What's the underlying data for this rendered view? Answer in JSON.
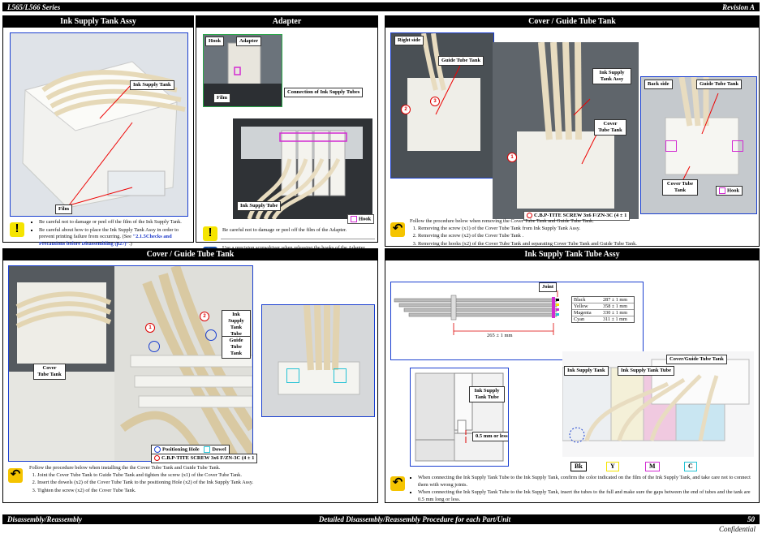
{
  "header": {
    "left": "L565/L566 Series",
    "right": "Revision A"
  },
  "footer": {
    "left": "Disassembly/Reassembly",
    "center": "Detailed Disassembly/Reassembly Procedure for each Part/Unit",
    "page": "50",
    "confidential": "Confidential"
  },
  "panel1": {
    "title": "Ink Supply Tank Assy",
    "labels": {
      "tank": "Ink Supply Tank",
      "film": "Film"
    },
    "notes": [
      "Be careful not to damage or peel off the film of the Ink Supply Tank.",
      "Be careful about how to place the Ink Supply Tank Assy in order to prevent printing failure from occurring. (See"
    ],
    "note_link": "\"2.1.5Checks and Precautions before Disassembling (p27)\"",
    "note_end": ".)"
  },
  "panel2": {
    "title": "Adapter",
    "labels": {
      "hook": "Hook",
      "adapter": "Adapter",
      "film": "Film",
      "connection": "Connection of Ink Supply Tubes",
      "tube": "Ink Supply Tube",
      "legend_hook": "Hook"
    },
    "note_warn": "Be careful not to damage or peel off the film of the Adapter.",
    "note_tool": "Use a precision screwdriver when releasing the hooks of the Adapter."
  },
  "panel3": {
    "title": "Cover / Guide Tube Tank",
    "labels": {
      "right_side": "Right side",
      "guide_tube_tank_left": "Guide Tube Tank",
      "ink_supply_tank_assy": "Ink Supply Tank Assy",
      "cover_tube_tank": "Cover Tube Tank",
      "back_side": "Back side",
      "guide_tube_tank_right": "Guide Tube Tank",
      "cover_tube_tank_right": "Cover Tube Tank",
      "legend_hook": "Hook",
      "screw": "C.B.P-TITE SCREW 3x6 F/ZN-3C (4 ± 1"
    },
    "markers": [
      "1",
      "2",
      "3"
    ],
    "intro": "Follow the procedure below when removing the Cover Tube Tank and Guide Tube Tank.",
    "steps": [
      "Removing the screw (x1) of the Cover Tube Tank from Ink Supply Tank Assy.",
      "Removing the screw (x2) of the Cover Tube Tank .",
      "Removing the hooks (x2) of the Cover Tube Tank and separating Cover Tube Tank and Guide Tube Tank."
    ]
  },
  "panel4": {
    "title": "Cover / Guide Tube Tank",
    "labels": {
      "cover_tube_tank": "Cover Tube Tank",
      "ink_supply_tank_tube": "Ink Supply Tank Tube",
      "guide_tube_tank": "Guide Tube Tank",
      "positioning_hole": "Positioning Hole",
      "dowel": "Dowel",
      "screw": "C.B.P-TITE SCREW 3x6 F/ZN-3C (4 ± 1"
    },
    "markers": [
      "1",
      "2"
    ],
    "intro": "Follow the procedure below when installing the the Cover Tube Tank and Guide Tube Tank.",
    "steps": [
      "Joint the Cover Tube Tank to Guide Tube Tank and tighten the screw (x1) of the Cover Tube Tank.",
      "Insert the dowels (x2) of the Cover Tube Tank to the positioning Hole (x2) of the Ink Supply Tank Assy.",
      "Tighten the screw (x2) of the Cover Tube Tank."
    ]
  },
  "panel5": {
    "title": "Ink Supply Tank Tube Assy",
    "joint": "Joint",
    "length": "265 ± 1 mm",
    "tubes": [
      {
        "color": "Black",
        "length": "287 ± 1 mm"
      },
      {
        "color": "Yellow",
        "length": "358 ± 1 mm"
      },
      {
        "color": "Magenta",
        "length": "330 ± 1 mm"
      },
      {
        "color": "Cyan",
        "length": "311 ± 1 mm"
      }
    ],
    "labels": {
      "ink_supply_tank_tube_detail": "Ink Supply Tank Tube",
      "gap": "0.5 mm or less",
      "ink_supply_tank": "Ink Supply Tank",
      "ink_supply_tank_tube": "Ink Supply Tank Tube",
      "cover_guide_tube_tank": "Cover/Guide Tube Tank"
    },
    "color_tags": [
      "Bk",
      "Y",
      "M",
      "C"
    ],
    "notes": [
      "When connecting the Ink Supply Tank Tube to the Ink Supply Tank, confirm the color indicated on the film of the Ink Supply Tank, and take care not to connect them with wrong joints.",
      "When connecting the Ink Supply Tank Tube to the Ink Supply Tank, insert the tubes to the full and make sure the gaps between the end of tubes and the tank are 0.5 mm long or less."
    ]
  }
}
